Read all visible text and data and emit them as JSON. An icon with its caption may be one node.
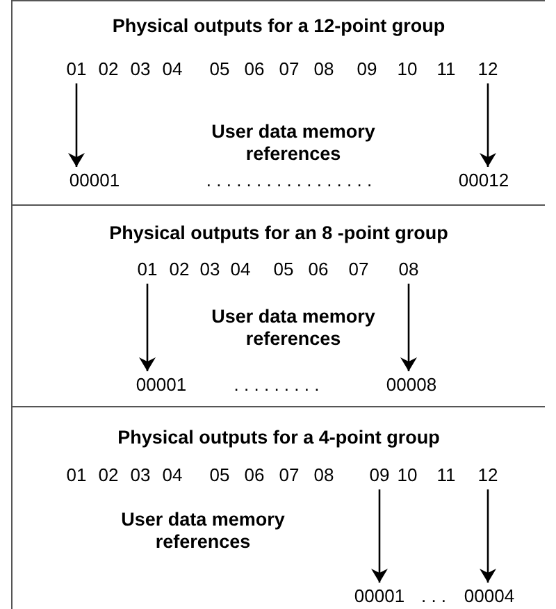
{
  "diagram": {
    "nodes": [
      {
        "text": [
          "Physical outputs for a 12-point group",
          "User data memory references"
        ]
      },
      {
        "text": [
          "01"
        ],
        "in": 0
      },
      {
        "text": [
          "12"
        ],
        "in": 0
      },
      {
        "text": [
          "00001"
        ],
        "in": 0
      },
      {
        "text": [
          "00012"
        ],
        "in": 0
      },
      {
        "text": [
          "Physical outputs for an 8 -point group",
          "User data memory references"
        ]
      },
      {
        "text": [
          "01"
        ],
        "in": 5
      },
      {
        "text": [
          "08"
        ],
        "in": 5
      },
      {
        "text": [
          "00001"
        ],
        "in": 5
      },
      {
        "text": [
          "00008"
        ],
        "in": 5
      },
      {
        "text": [
          "Physical outputs for a 4-point group",
          "User data memory references"
        ]
      },
      {
        "text": [
          "09"
        ],
        "in": 10
      },
      {
        "text": [
          "12"
        ],
        "in": 10
      },
      {
        "text": [
          "00001"
        ],
        "in": 10
      },
      {
        "text": [
          "00004"
        ],
        "in": 10
      }
    ],
    "edges": [
      {
        "from": 1,
        "to": 3,
        "arrow": "to"
      },
      {
        "from": 2,
        "to": 4,
        "arrow": "to"
      },
      {
        "from": 6,
        "to": 8,
        "arrow": "to"
      },
      {
        "from": 7,
        "to": 9,
        "arrow": "to"
      },
      {
        "from": 11,
        "to": 13,
        "arrow": "to"
      },
      {
        "from": 12,
        "to": 14,
        "arrow": "to"
      }
    ],
    "labels": [
      "02",
      "03",
      "04",
      "05",
      "06",
      "07",
      "08",
      "09",
      "10",
      "11",
      ". . . . . . . . . . . . . . . . .",
      "02",
      "03",
      "04",
      "05",
      "06",
      "07",
      ". . . . . . . . .",
      "01",
      "02",
      "03",
      "04",
      "05",
      "06",
      "07",
      "08",
      "10",
      "11",
      ". . ."
    ]
  }
}
